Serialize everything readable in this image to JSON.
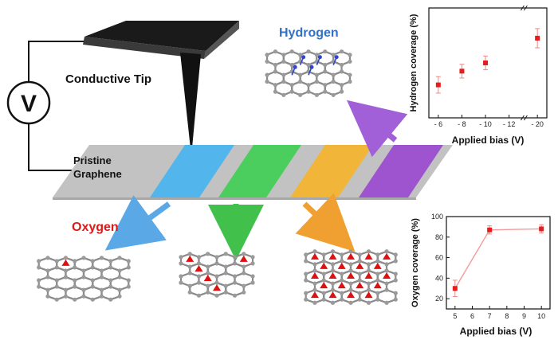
{
  "labels": {
    "voltmeter_symbol": "V",
    "conductive_tip": "Conductive  Tip",
    "pristine": "Pristine",
    "graphene": "Graphene",
    "hydrogen": "Hydrogen",
    "oxygen": "Oxygen"
  },
  "colors": {
    "strip": "#c2c2c2",
    "blue": "#46b4f0",
    "green": "#3ecf52",
    "orange": "#f5b42a",
    "purple": "#9a48d0",
    "hydrogen_text": "#2f72c8",
    "oxygen_text": "#e01818",
    "data_marker": "#e81c1c",
    "atom_c": "#9a9a9a",
    "atom_h": "#3344cc",
    "atom_o": "#dd1111"
  },
  "chart_data": [
    {
      "type": "scatter",
      "ylabel": "Hydrogen coverage (%)",
      "xlabel": "Applied bias (V)",
      "x_ticks": [
        "- 6",
        "- 8",
        "- 10",
        "- 12",
        "- 20"
      ],
      "x_axis_break": true,
      "points": [
        {
          "x": -6,
          "y": 32,
          "err": 3
        },
        {
          "x": -8,
          "y": 37,
          "err": 2.5
        },
        {
          "x": -10,
          "y": 40,
          "err": 2.5
        },
        {
          "x": -20,
          "y": 49,
          "err": 3.5
        }
      ],
      "ylim": [
        20,
        60
      ]
    },
    {
      "type": "line",
      "ylabel": "Oxygen coverage (%)",
      "xlabel": "Applied bias (V)",
      "x_ticks": [
        "5",
        "6",
        "7",
        "8",
        "9",
        "10"
      ],
      "y_ticks": [
        "20",
        "40",
        "60",
        "80",
        "100"
      ],
      "points": [
        {
          "x": 5,
          "y": 30,
          "err": 8
        },
        {
          "x": 7,
          "y": 87,
          "err": 4
        },
        {
          "x": 10,
          "y": 88,
          "err": 4
        }
      ],
      "xlim": [
        4.5,
        10.5
      ],
      "ylim": [
        10,
        100
      ]
    }
  ]
}
